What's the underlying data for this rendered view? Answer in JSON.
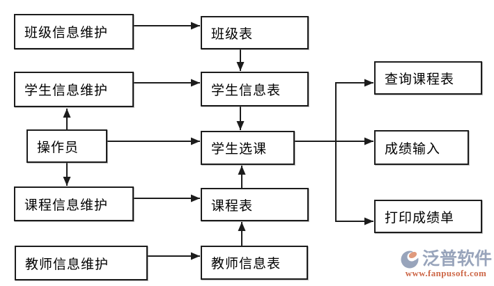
{
  "diagram": {
    "nodes": [
      {
        "id": "class-info-maintenance",
        "label": "班级信息维护"
      },
      {
        "id": "student-info-maintenance",
        "label": "学生信息维护"
      },
      {
        "id": "operator",
        "label": "操作员"
      },
      {
        "id": "course-info-maintenance",
        "label": "课程信息维护"
      },
      {
        "id": "teacher-info-maintenance",
        "label": "教师信息维护"
      },
      {
        "id": "class-table",
        "label": "班级表"
      },
      {
        "id": "student-info-table",
        "label": "学生信息表"
      },
      {
        "id": "student-course-selection",
        "label": "学生选课"
      },
      {
        "id": "course-table",
        "label": "课程表"
      },
      {
        "id": "teacher-info-table",
        "label": "教师信息表"
      },
      {
        "id": "query-course-table",
        "label": "查询课程表"
      },
      {
        "id": "grade-input",
        "label": "成绩输入"
      },
      {
        "id": "print-transcript",
        "label": "打印成绩单"
      }
    ],
    "edges": [
      {
        "from": "班级信息维护",
        "to": "班级表"
      },
      {
        "from": "学生信息维护",
        "to": "学生信息表"
      },
      {
        "from": "操作员",
        "to": "学生信息维护"
      },
      {
        "from": "操作员",
        "to": "学生选课"
      },
      {
        "from": "操作员",
        "to": "课程信息维护"
      },
      {
        "from": "课程信息维护",
        "to": "课程表"
      },
      {
        "from": "教师信息维护",
        "to": "教师信息表"
      },
      {
        "from": "班级表",
        "to": "学生信息表"
      },
      {
        "from": "学生信息表",
        "to": "学生选课"
      },
      {
        "from": "课程表",
        "to": "学生选课"
      },
      {
        "from": "教师信息表",
        "to": "课程表"
      },
      {
        "from": "学生选课",
        "to": "查询课程表"
      },
      {
        "from": "学生选课",
        "to": "成绩输入"
      },
      {
        "from": "学生选课",
        "to": "打印成绩单"
      }
    ],
    "colors": {
      "line": "#1c1c1c",
      "node_border": "#1c1c1c",
      "node_fill": "#ffffff"
    }
  },
  "watermark": {
    "brand": "泛普软件",
    "website": "www.fanpusoft.com",
    "brand_color": "#98a4bb",
    "website_color": "#cd6747",
    "glyph_accent": "#e09a7d"
  }
}
